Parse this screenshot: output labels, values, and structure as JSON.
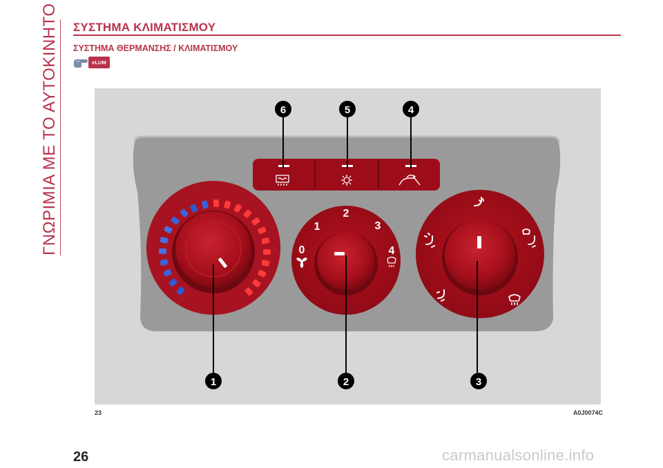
{
  "side_title": "ΓΝΩΡΙΜΙΑ ΜΕ ΤΟ ΑΥΤΟΚΙΝΗΤΟ",
  "section_title": "ΣΥΣΤΗΜΑ ΚΛΙΜΑΤΙΣΜΟΥ",
  "subsection_title": "ΣΥΣΤΗΜΑ ΘΕΡΜΑΝΣΗΣ / ΚΛΙΜΑΤΙΣΜΟΥ",
  "badge_label": "eLUM",
  "figure": {
    "number": "23",
    "code": "A0J0074C",
    "callouts": [
      "1",
      "2",
      "3",
      "4",
      "5",
      "6"
    ],
    "fan_dial_labels": [
      "0",
      "1",
      "2",
      "3",
      "4"
    ]
  },
  "page_number": "26",
  "watermark": "carmanualsonline.info",
  "colors": {
    "accent": "#b8334a",
    "panel_red": "#a8101e",
    "bezel_gray": "#9a9a9a",
    "background_gray": "#d7d7d7"
  }
}
